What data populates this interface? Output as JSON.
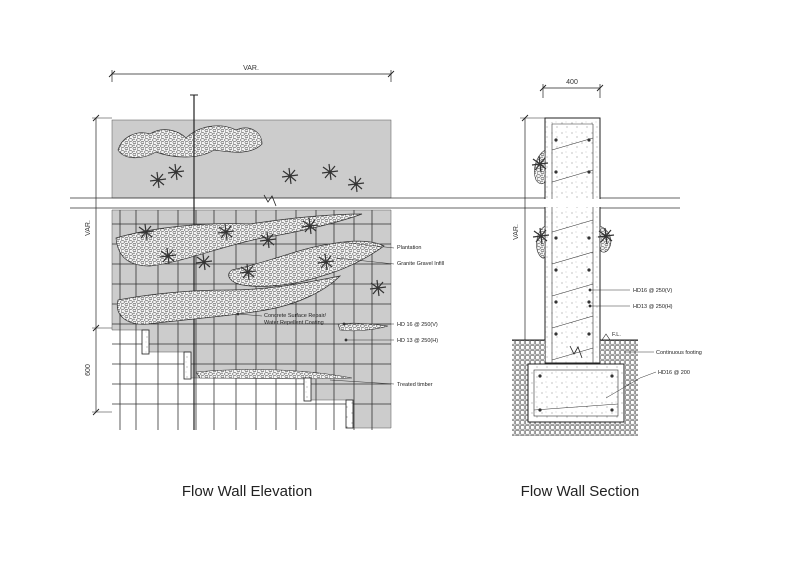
{
  "titles": {
    "elevation": "Flow Wall Elevation",
    "section": "Flow Wall Section"
  },
  "dimensions": {
    "elev_top_width": "VAR.",
    "elev_left_height": "VAR.",
    "elev_footing": "600",
    "sec_width": "400",
    "sec_left_height": "VAR."
  },
  "elevation_labels": {
    "plantation": "Plantation",
    "granite_gravel": "Granite Gravel Infill",
    "concrete_repair_1": "Concrete Surface Repair/",
    "concrete_repair_2": "Water Repellent Coating",
    "hd16": "HD 16 @ 250(V)",
    "hd13": "HD 13 @ 250(H)",
    "treated_timber": "Treated timber"
  },
  "section_labels": {
    "hd16": "HD16 @ 250(V)",
    "hd13": "HD13 @ 250(H)",
    "fl": "F.L.",
    "continuous_footing": "Continuous footing",
    "footing_bar": "HD16 @ 200"
  },
  "colors": {
    "wall_fill": "#cccccc",
    "line": "#1a1a1a"
  }
}
